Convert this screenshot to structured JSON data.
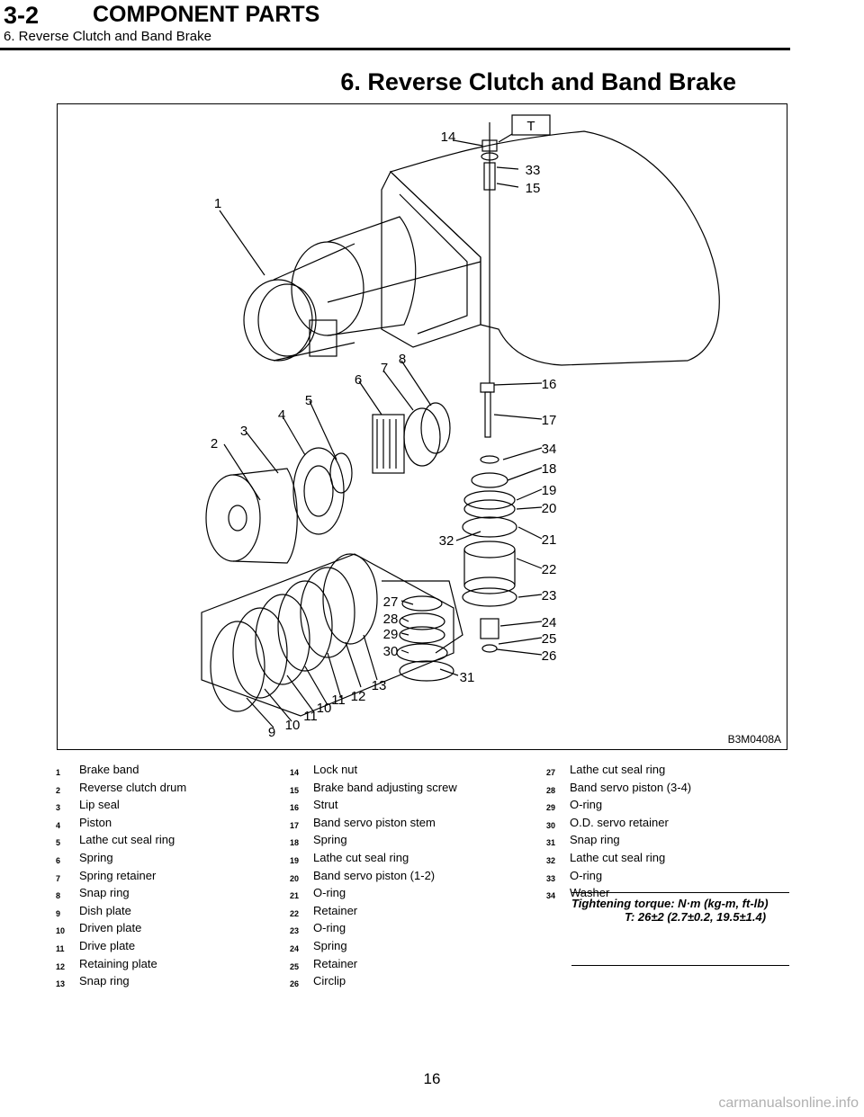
{
  "header": {
    "section_number": "3-2",
    "section_title": "COMPONENT PARTS",
    "subsection": "6. Reverse Clutch and Band Brake"
  },
  "page_heading": "6. Reverse Clutch and Band Brake",
  "figure": {
    "code": "B3M0408A",
    "torque_mark": "T",
    "callouts": [
      "1",
      "2",
      "3",
      "4",
      "5",
      "6",
      "7",
      "8",
      "9",
      "10",
      "11",
      "10",
      "11",
      "12",
      "13",
      "14",
      "15",
      "16",
      "17",
      "18",
      "19",
      "20",
      "21",
      "22",
      "23",
      "24",
      "25",
      "26",
      "27",
      "28",
      "29",
      "30",
      "31",
      "32",
      "33",
      "34"
    ]
  },
  "legend": {
    "col1": [
      {
        "num": "1",
        "label": "Brake band"
      },
      {
        "num": "2",
        "label": "Reverse clutch drum"
      },
      {
        "num": "3",
        "label": "Lip seal"
      },
      {
        "num": "4",
        "label": "Piston"
      },
      {
        "num": "5",
        "label": "Lathe cut seal ring"
      },
      {
        "num": "6",
        "label": "Spring"
      },
      {
        "num": "7",
        "label": "Spring retainer"
      },
      {
        "num": "8",
        "label": "Snap ring"
      },
      {
        "num": "9",
        "label": "Dish plate"
      },
      {
        "num": "10",
        "label": "Driven plate"
      },
      {
        "num": "11",
        "label": "Drive plate"
      },
      {
        "num": "12",
        "label": "Retaining plate"
      },
      {
        "num": "13",
        "label": "Snap ring"
      }
    ],
    "col2": [
      {
        "num": "14",
        "label": "Lock nut"
      },
      {
        "num": "15",
        "label": "Brake band adjusting screw"
      },
      {
        "num": "16",
        "label": "Strut"
      },
      {
        "num": "17",
        "label": "Band servo piston stem"
      },
      {
        "num": "18",
        "label": "Spring"
      },
      {
        "num": "19",
        "label": "Lathe cut seal ring"
      },
      {
        "num": "20",
        "label": "Band servo piston (1-2)"
      },
      {
        "num": "21",
        "label": "O-ring"
      },
      {
        "num": "22",
        "label": "Retainer"
      },
      {
        "num": "23",
        "label": "O-ring"
      },
      {
        "num": "24",
        "label": "Spring"
      },
      {
        "num": "25",
        "label": "Retainer"
      },
      {
        "num": "26",
        "label": "Circlip"
      }
    ],
    "col3": [
      {
        "num": "27",
        "label": "Lathe cut seal ring"
      },
      {
        "num": "28",
        "label": "Band servo piston (3-4)"
      },
      {
        "num": "29",
        "label": "O-ring"
      },
      {
        "num": "30",
        "label": "O.D. servo retainer"
      },
      {
        "num": "31",
        "label": "Snap ring"
      },
      {
        "num": "32",
        "label": "Lathe cut seal ring"
      },
      {
        "num": "33",
        "label": "O-ring"
      },
      {
        "num": "34",
        "label": "Washer"
      }
    ]
  },
  "torque": {
    "line1": "Tightening torque: N·m (kg-m, ft-lb)",
    "line2": "T: 26±2 (2.7±0.2, 19.5±1.4)"
  },
  "page_number": "16",
  "watermark": "carmanualsonline.info"
}
